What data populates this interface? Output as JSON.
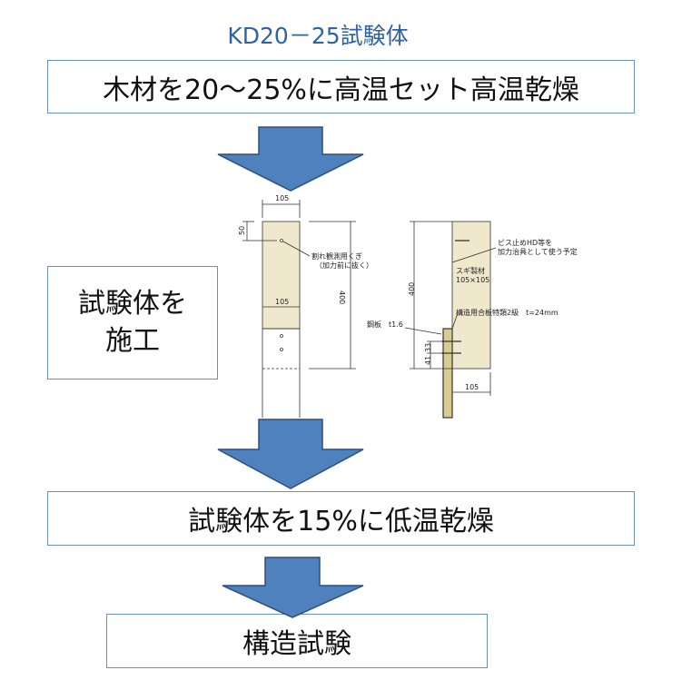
{
  "title": "KD20－25試験体",
  "steps": [
    "木材を20～25%に高温セット高温乾燥",
    "試験体を施工",
    "試験体を15%に低温乾燥",
    "構造試験"
  ],
  "colors": {
    "arrow": "#4f81bd",
    "arrow_outline": "#2b4f80",
    "box_border": "#6a8fc7",
    "title": "#2f62a6",
    "wood": "#efe8cc",
    "plate": "#d9cc8f"
  },
  "drawing": {
    "front": {
      "width_top": "105",
      "width_mid": "105",
      "offset": "50",
      "height": "400",
      "nail_label_1": "割れ観測用くぎ",
      "nail_label_2": "（加力前に抜く）"
    },
    "side": {
      "height": "400",
      "hd_label_1": "ビス止めHD等を",
      "hd_label_2": "加力治具として使う予定",
      "wood_label_1": "スギ製材",
      "wood_label_2": "105×105",
      "plywood_label": "構造用合板特類2級　t=24mm",
      "plate_label": "鋼板　t1.6",
      "dim_33": "33",
      "dim_41": "41",
      "width": "105"
    }
  }
}
